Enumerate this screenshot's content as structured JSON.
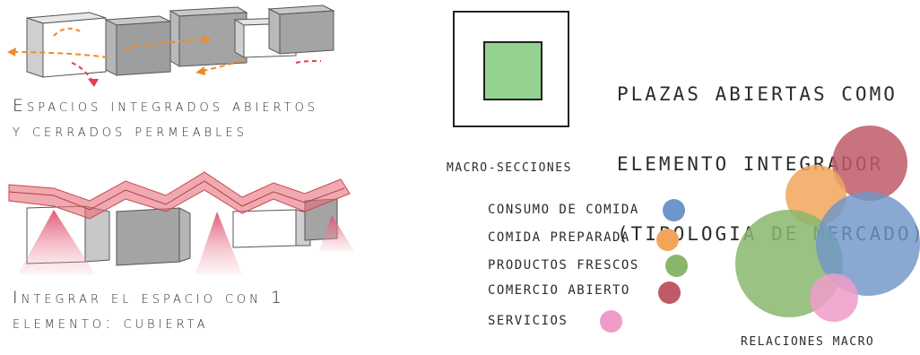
{
  "captions": {
    "espacios_line1": "Espacios integrados abiertos",
    "espacios_line2": "y cerrados permeables",
    "integrar_line1": "Integrar el espacio con 1",
    "integrar_line2": "elemento: cubierta"
  },
  "plazas": {
    "line1": "PLAZAS ABIERTAS COMO",
    "line2": "ELEMENTO INTEGRADOR",
    "line3": "(TIPOLOGIA DE MERCADO)"
  },
  "macro_secciones_label": "MACRO-SECCIONES",
  "relaciones_label": "RELACIONES MACRO",
  "legend": [
    {
      "label": "CONSUMO DE COMIDA",
      "color": "#6f96c8"
    },
    {
      "label": "COMIDA PREPARADA",
      "color": "#f2a55a"
    },
    {
      "label": "PRODUCTOS FRESCOS",
      "color": "#88b76c"
    },
    {
      "label": "COMERCIO ABIERTO",
      "color": "#bf5a67"
    },
    {
      "label": "SERVICIOS",
      "color": "#f09cc8"
    }
  ],
  "colors": {
    "blue": "#6f96c8",
    "orange": "#f2a55a",
    "green": "#88b76c",
    "red": "#bf5a67",
    "pink": "#f09cc8",
    "plaza_fill": "#93d28f",
    "arrow_orange": "#f08a2a",
    "arrow_red": "#e0404a"
  }
}
